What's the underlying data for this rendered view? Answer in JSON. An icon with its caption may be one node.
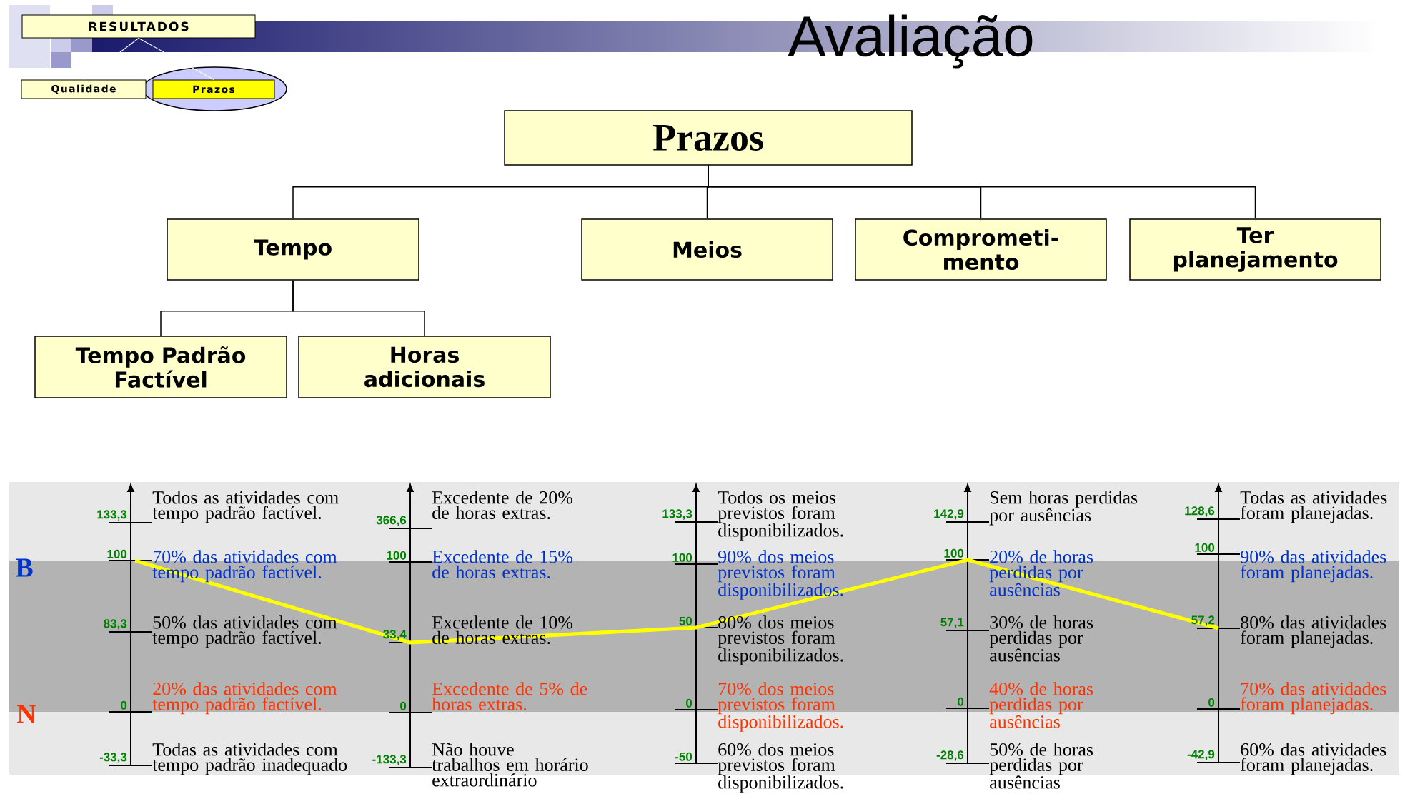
{
  "diagram": {
    "title": "Avaliação",
    "nodes": [
      {
        "text": [
          "RESULTADOS"
        ]
      },
      {
        "text": [
          "Qualidade"
        ]
      },
      {
        "text": [
          "Prazos"
        ]
      },
      {
        "text": [
          "Prazos"
        ]
      },
      {
        "text": [
          "Tempo"
        ]
      },
      {
        "text": [
          "Meios"
        ]
      },
      {
        "text": [
          "Comprometi- mento"
        ]
      },
      {
        "text": [
          "Ter planejamento"
        ]
      },
      {
        "text": [
          "Tempo Padrão Factível"
        ]
      },
      {
        "text": [
          "Horas adicionais"
        ]
      }
    ],
    "edges": [
      {
        "from": 0,
        "to": 1,
        "arrow": "none",
        "color": "#ffffff"
      },
      {
        "from": 0,
        "to": 2,
        "arrow": "none",
        "color": "#ffffff"
      },
      {
        "from": 3,
        "to": 4,
        "arrow": "none"
      },
      {
        "from": 3,
        "to": 5,
        "arrow": "none"
      },
      {
        "from": 3,
        "to": 6,
        "arrow": "none"
      },
      {
        "from": 3,
        "to": 7,
        "arrow": "none"
      },
      {
        "from": 4,
        "to": 8,
        "arrow": "none"
      },
      {
        "from": 4,
        "to": 9,
        "arrow": "none"
      }
    ],
    "labels": [
      "B",
      "N",
      "133,3",
      "Todos as atividades com tempo padrão factível.",
      "100",
      "70% das atividades com tempo padrão factível.",
      "83,3",
      "50% das atividades com tempo padrão factível.",
      "0",
      "20% das atividades com tempo padrão factível.",
      "-33,3",
      "Todas as atividades com tempo padrão inadequado",
      "366,6",
      "Excedente de 20% de horas extras.",
      "100",
      "Excedente de 15% de horas extras.",
      "33,4",
      "Excedente de 10% de horas extras.",
      "0",
      "Excedente de 5% de horas extras.",
      "-133,3",
      "Não houve trabalhos em horário extraordinário",
      "133,3",
      "Todos os meios previstos foram disponibilizados.",
      "100",
      "90% dos meios previstos foram disponibilizados.",
      "50",
      "80% dos meios previstos foram disponibilizados.",
      "0",
      "70% dos meios previstos foram disponibilizados.",
      "-50",
      "60% dos meios previstos foram disponibilizados.",
      "142,9",
      "Sem horas perdidas por ausências",
      "100",
      "20% de horas perdidas por ausências",
      "57,1",
      "30% de horas perdidas por ausências",
      "0",
      "40% de horas perdidas por ausências",
      "-28,6",
      "50% de horas perdidas por ausências",
      "128,6",
      "Todas as atividades foram planejadas.",
      "100",
      "90% das atividades foram planejadas.",
      "57,2",
      "80% das atividades foram planejadas.",
      "0",
      "70% das atividades foram planejadas.",
      "-42,9",
      "60% das atividades foram planejadas."
    ]
  }
}
